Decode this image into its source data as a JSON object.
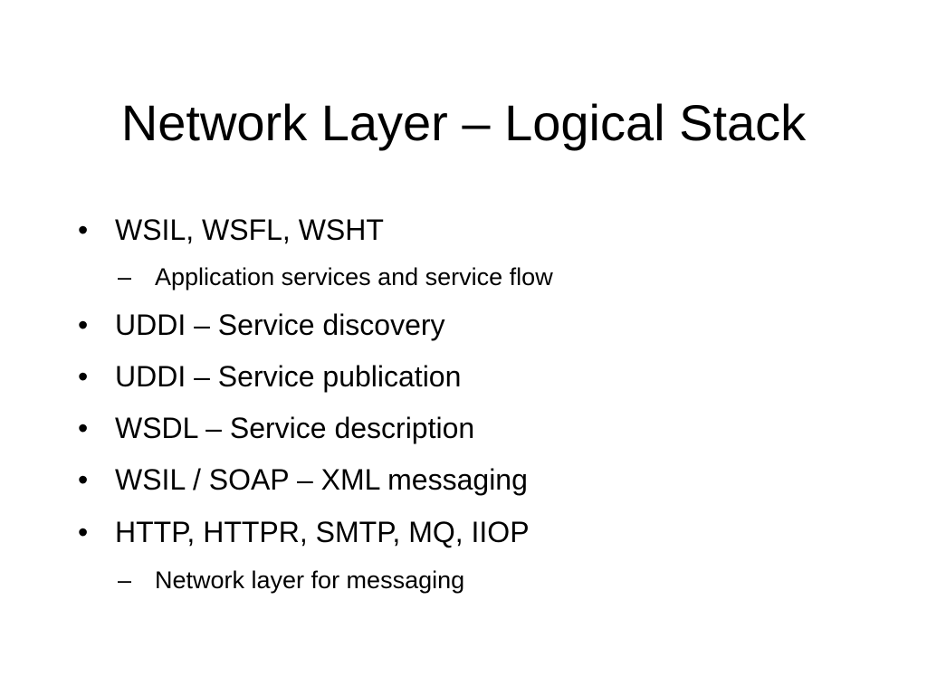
{
  "slide": {
    "title": "Network Layer – Logical Stack",
    "bullet_marker": "•",
    "sub_marker": "–",
    "items": [
      {
        "text": "WSIL, WSFL, WSHT"
      },
      {
        "text": "Application services and service flow"
      },
      {
        "text": "UDDI – Service discovery"
      },
      {
        "text": "UDDI – Service publication"
      },
      {
        "text": "WSDL – Service description"
      },
      {
        "text": "WSIL / SOAP – XML messaging"
      },
      {
        "text": "HTTP, HTTPR, SMTP, MQ, IIOP"
      },
      {
        "text": "Network layer for messaging"
      }
    ]
  }
}
